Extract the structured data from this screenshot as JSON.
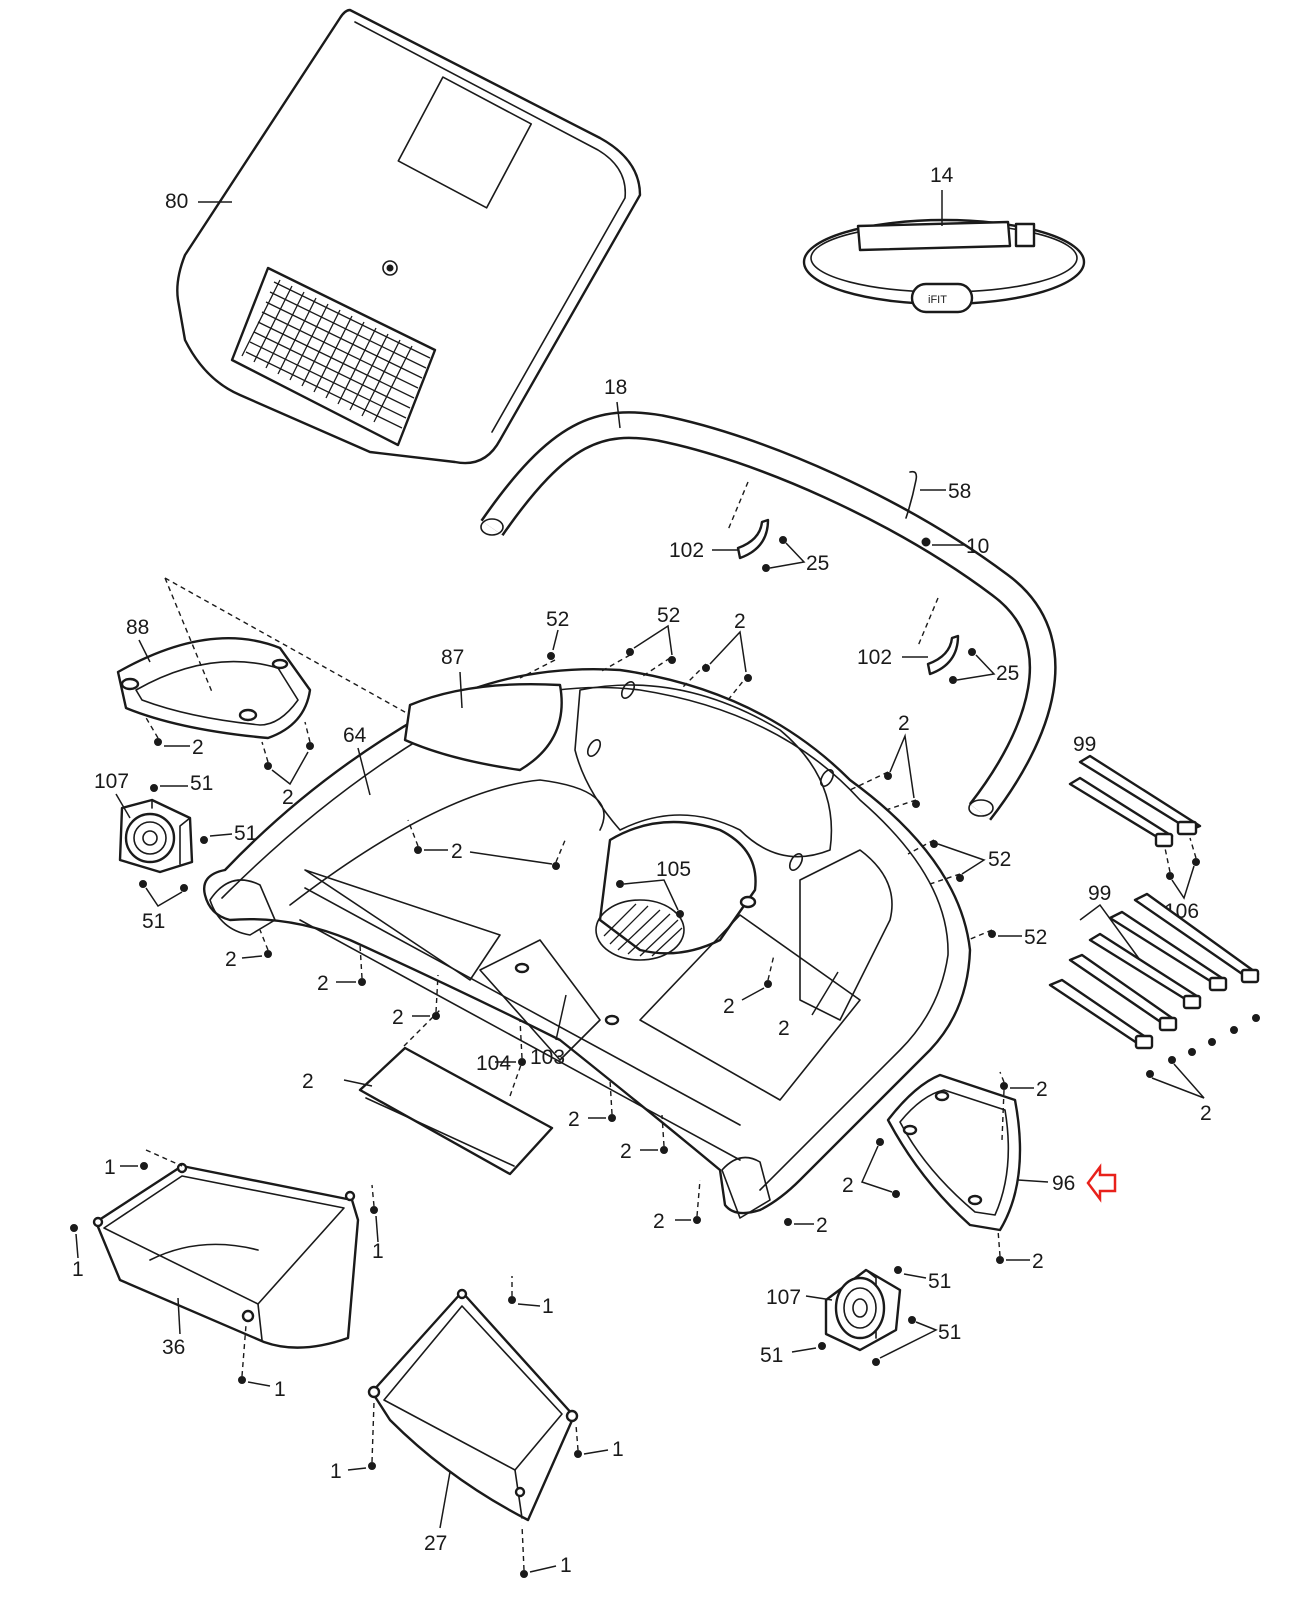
{
  "callouts": [
    {
      "id": "c80",
      "text": "80"
    },
    {
      "id": "c14",
      "text": "14"
    },
    {
      "id": "c18",
      "text": "18"
    },
    {
      "id": "c58",
      "text": "58"
    },
    {
      "id": "c10",
      "text": "10"
    },
    {
      "id": "c102a",
      "text": "102"
    },
    {
      "id": "c25a",
      "text": "25"
    },
    {
      "id": "c102b",
      "text": "102"
    },
    {
      "id": "c25b",
      "text": "25"
    },
    {
      "id": "c88",
      "text": "88"
    },
    {
      "id": "c87",
      "text": "87"
    },
    {
      "id": "c64",
      "text": "64"
    },
    {
      "id": "c52a",
      "text": "52"
    },
    {
      "id": "c52b",
      "text": "52"
    },
    {
      "id": "c2a",
      "text": "2"
    },
    {
      "id": "c2b",
      "text": "2"
    },
    {
      "id": "c2c",
      "text": "2"
    },
    {
      "id": "c107a",
      "text": "107"
    },
    {
      "id": "c51a",
      "text": "51"
    },
    {
      "id": "c51b",
      "text": "51"
    },
    {
      "id": "c51c",
      "text": "51"
    },
    {
      "id": "c2d",
      "text": "2"
    },
    {
      "id": "c2e",
      "text": "2"
    },
    {
      "id": "c99a",
      "text": "99"
    },
    {
      "id": "c106",
      "text": "106"
    },
    {
      "id": "c52c",
      "text": "52"
    },
    {
      "id": "c52d",
      "text": "52"
    },
    {
      "id": "c2f",
      "text": "2"
    },
    {
      "id": "c99b",
      "text": "99"
    },
    {
      "id": "c2g",
      "text": "2"
    },
    {
      "id": "c2h",
      "text": "2"
    },
    {
      "id": "c2i",
      "text": "2"
    },
    {
      "id": "c2j",
      "text": "2"
    },
    {
      "id": "c103",
      "text": "103"
    },
    {
      "id": "c104",
      "text": "104"
    },
    {
      "id": "c2k",
      "text": "2"
    },
    {
      "id": "c105",
      "text": "105"
    },
    {
      "id": "c2l",
      "text": "2"
    },
    {
      "id": "c2m",
      "text": "2"
    },
    {
      "id": "c2n",
      "text": "2"
    },
    {
      "id": "c2o",
      "text": "2"
    },
    {
      "id": "c2p",
      "text": "2"
    },
    {
      "id": "c96",
      "text": "96"
    },
    {
      "id": "c2q",
      "text": "2"
    },
    {
      "id": "c2r",
      "text": "2"
    },
    {
      "id": "c2s",
      "text": "2"
    },
    {
      "id": "c1a",
      "text": "1"
    },
    {
      "id": "c1b",
      "text": "1"
    },
    {
      "id": "c1c",
      "text": "1"
    },
    {
      "id": "c36",
      "text": "36"
    },
    {
      "id": "c1d",
      "text": "1"
    },
    {
      "id": "c1e",
      "text": "1"
    },
    {
      "id": "c1f",
      "text": "1"
    },
    {
      "id": "c1g",
      "text": "1"
    },
    {
      "id": "c27",
      "text": "27"
    },
    {
      "id": "c1h",
      "text": "1"
    },
    {
      "id": "c107b",
      "text": "107"
    },
    {
      "id": "c51d",
      "text": "51"
    },
    {
      "id": "c51e",
      "text": "51"
    },
    {
      "id": "c51f",
      "text": "51"
    }
  ],
  "strap_logo": "iFIT",
  "highlight": {
    "part": "96",
    "marker": "arrow-left-icon",
    "color": "#e8211b"
  }
}
